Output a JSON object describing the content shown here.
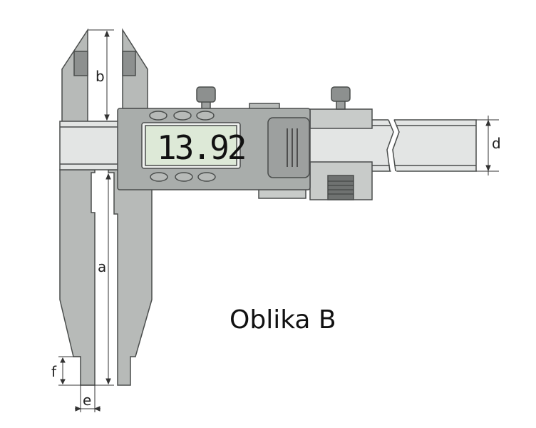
{
  "display_value": "13.92",
  "caption": "Oblika B",
  "dimensions": {
    "a": "a",
    "b": "b",
    "d": "d",
    "e": "e",
    "f": "f"
  },
  "colors": {
    "body": "#a9adab",
    "jaw": "#b7bab8",
    "beam": "#e3e5e4",
    "lcd": "#dde9d7",
    "outline": "#4a4d4c"
  }
}
